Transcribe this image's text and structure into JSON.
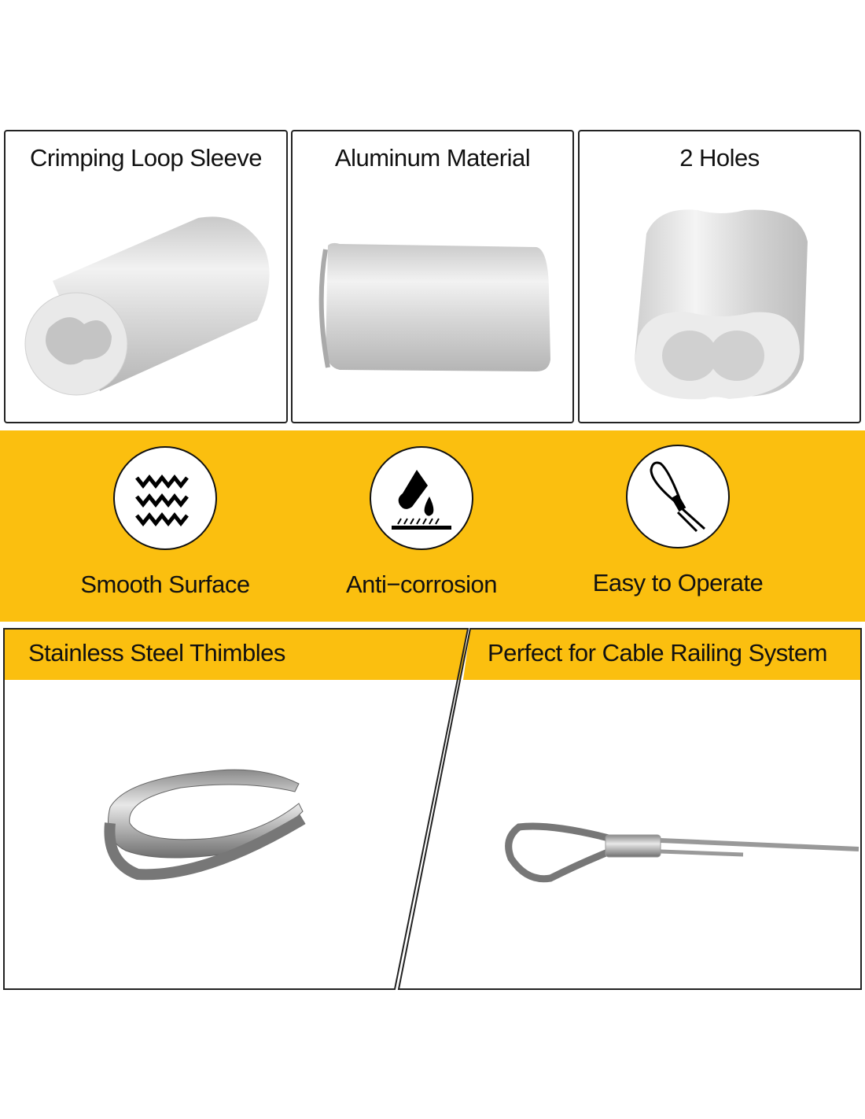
{
  "panels": [
    {
      "title": "Crimping Loop Sleeve"
    },
    {
      "title": "Aluminum Material"
    },
    {
      "title": "2 Holes"
    }
  ],
  "features": [
    {
      "label": "Smooth Surface",
      "icon": "waves-icon"
    },
    {
      "label": "Anti−corrosion",
      "icon": "chemical-drop-icon"
    },
    {
      "label": "Easy to Operate",
      "icon": "cable-loop-icon"
    }
  ],
  "bottom": {
    "left_title": "Stainless Steel Thimbles",
    "right_title": "Perfect for Cable Railing System"
  },
  "colors": {
    "accent": "#FBBF0F",
    "border": "#222222"
  }
}
